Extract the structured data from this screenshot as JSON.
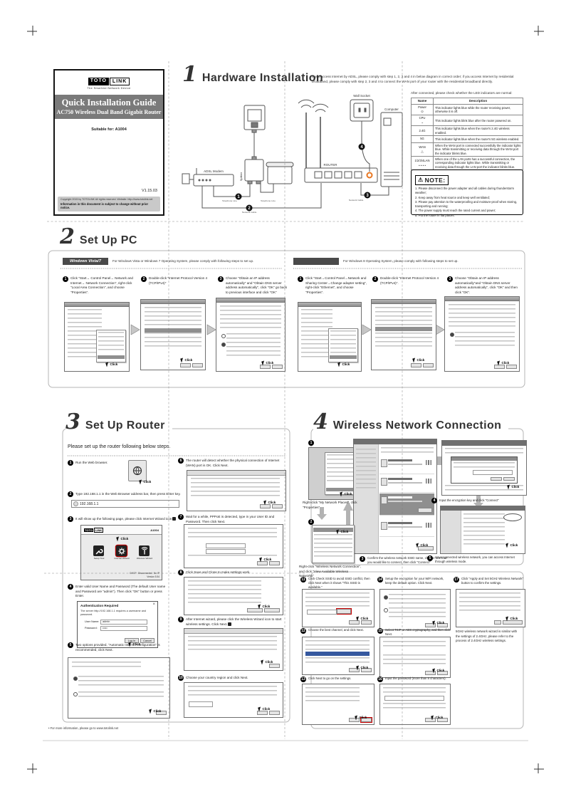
{
  "labels": {
    "click": "Click"
  },
  "page": {
    "footer": "• For more information, please go to www.totolink.net"
  },
  "cover": {
    "logo1": "TOTO",
    "logo2": "LINK",
    "tagline": "The Smartest Network Device",
    "title": "Quick Installation Guide",
    "subtitle": "AC750 Wireless Dual Band Gigabit Router",
    "suitable": "Suitable for: A1004",
    "version": "V1.15.03",
    "copyright": "Copyright 2015 by TOTOLINK All rights reserved. Website: http://www.totolink.net",
    "notice": "Information in this document is subject to change without prior notice."
  },
  "hardware": {
    "num": "1",
    "title": "Hardware Installation",
    "intro": "If you access Internet by ADSL, please comply with step 1, 2, 3 and 4 in below diagram in correct order; if you access Internet by residential broadband, please comply with step 2, 3 and 4 to connect the WAN port of your router with the residential broadband directly.",
    "led_intro": "After connected, please check whether the LED indicators are normal:",
    "led": {
      "headers": [
        "Name",
        "Description"
      ],
      "rows": [
        {
          "name": "Power",
          "sym": "⊙",
          "desc": "This indicator lights blue while the router receiving power, otherwise it is off."
        },
        {
          "name": "CPU",
          "sym": "~",
          "desc": "This indicator lights blink blue after the router powered on."
        },
        {
          "name": "2.4G",
          "sym": "",
          "desc": "This indicator lights blue when the router's 2.4G wireless enabled."
        },
        {
          "name": "5G",
          "sym": "",
          "desc": "This indicator lights blue when the router's 5G wireless enabled."
        },
        {
          "name": "WAN",
          "sym": "△",
          "desc": "When the WAN port is connected successfully the indicator lights blue. While transmitting or receiving data through the WAN port the indicator blinks blue."
        },
        {
          "name": "1/2/3/4LAN",
          "sym": "• • • •",
          "desc": "When one of the LAN ports has a successful connection, the corresponding indicator lights blue. While transmitting or receiving data through the LAN port the indicator blinks blue."
        }
      ]
    },
    "note": {
      "icon": "⚠",
      "title": "NOTE:",
      "items": [
        "1. Please disconnect the power adapter and all cables during thunderstorm weather;",
        "2. Keep away from heat source and keep well ventilated;",
        "3. Please pay attention to the waterproofing and moisture-proof when storing, transporting and running;",
        "4. The power supply must reach the rated current and power;",
        "5. Put the router in flat places."
      ]
    },
    "diagram": {
      "wall_socket": "Wall Socket",
      "adsl_modem": "ADSL Modem",
      "router": "ROUTER",
      "computer": "Computer",
      "splitter": "Splitter",
      "telephone_line": "Telephone Line",
      "network_cable": "Network Cable",
      "steps": [
        "1",
        "2",
        "3",
        "4"
      ]
    }
  },
  "setup_pc": {
    "num": "2",
    "title": "Set Up PC",
    "vista": {
      "badge": "Windows Vista/7",
      "intro": "For Windows Vista or Windows 7 Operating System, please comply with following steps to set up.",
      "steps": [
        {
          "n": "1",
          "t": "Click \"Start→ Control Panel→ Network and Internet→ Network Connection\", right-click \"Local Area Connection\", and choose \"Properties\"."
        },
        {
          "n": "2",
          "t": "Double-click \"Internet Protocol Version 4 (TCP/IPv4)\""
        },
        {
          "n": "3",
          "t": "Choose \"Obtain an IP address automatically\" and \"Obtain DNS server address automatically\", click \"OK\" go back to previous interface and click \"OK\""
        }
      ]
    },
    "win8": {
      "badge": "",
      "intro": "For Windows 8 Operating System, please comply with following steps to set up.",
      "steps": [
        {
          "n": "1",
          "t": "Click \"Start→Control Panel→Network and Sharing Center→Change adapter setting\", right-click \"Ethernet\", and choose \"Properties\"."
        },
        {
          "n": "2",
          "t": "Double-click \"Internet Protocol Version 4 (TCP/IPv4)\"."
        },
        {
          "n": "3",
          "t": "Choose \"Obtain an IP address automatically\"and \"Obtain DNS server address automatically\", click \"OK\" and then click \"OK\"."
        }
      ]
    }
  },
  "setup_router": {
    "num": "3",
    "title": "Set Up Router",
    "intro": "Please set up the router following below steps.",
    "address_bar": "192.168.1.1",
    "wizard": {
      "logo1": "TOTO",
      "logo2": "LINK",
      "model": "A1004",
      "tiles": [
        "Setup Tool",
        "Internet Wizard",
        "Wireless Wizard"
      ],
      "status": "DHCP : Disconnected : No IP",
      "version": "Version 5.54"
    },
    "auth": {
      "title": "Authentication Required",
      "close": "×",
      "body": "The server http://192.168.1.1 requires a username and password.",
      "user_label": "User Name:",
      "user_value": "admin",
      "pass_label": "Password:",
      "pass_value": "•••••",
      "login": "Log In",
      "cancel": "Cancel"
    },
    "steps": [
      {
        "n": "1",
        "t": "Run the Web browser."
      },
      {
        "n": "2",
        "t": "Type 192.168.1.1 in the Web Browser address bar, then press Enter key."
      },
      {
        "n": "3",
        "t": "It will show up the following page, please click Internet Wizard icon"
      },
      {
        "n": "4",
        "t": "Enter valid User Name and Password (The default User name and Password are \"admin\"). Then click \"OK\" button or press Enter."
      },
      {
        "n": "5",
        "t": "Two options provided, \"Automatic Internet configuration\" is recommended, click Next."
      },
      {
        "n": "6",
        "t": "The router will detect whether the physical connection of Internet (WAN) port is OK. Click Next."
      },
      {
        "n": "7",
        "t": "Wait for a while, PPPoE is detected, type in your User ID and Password. Then click Next."
      },
      {
        "n": "8",
        "t": "Click Save and Close to make settings work."
      },
      {
        "n": "9",
        "t": "After Internet wizard, please click the Wireless Wizard icon to start wireless settings. Click Next."
      },
      {
        "n": "10",
        "t": "Choose your country region and click Next."
      },
      {
        "n": "11",
        "t": "Click Check SSID to avoid SSID conflict, then click Next when it shows \"This SSID is available.\""
      },
      {
        "n": "12",
        "t": "Choose the best channel, and click Next."
      },
      {
        "n": "13",
        "t": "Click Next to go on the settings."
      },
      {
        "n": "14",
        "t": "Setup the encryption for your WiFi network, keep the default option. Click Next."
      },
      {
        "n": "15",
        "t": "Select TKIP or AES cryptography, and then click Next."
      },
      {
        "n": "16",
        "t": "Input the password (more than 8 characters)."
      },
      {
        "n": "17",
        "t": "Click \"Apply and Set 5GHz Wireless Network\" button to confirm the settings."
      }
    ],
    "note_5g": "5GHz wireless network wizard is similar with the settings of 2.4GHz, please refer to the process of 2.4GHz wireless settings."
  },
  "wireless": {
    "num": "4",
    "title": "Wireless Network Connection",
    "steps": [
      {
        "n": "1",
        "t": "Right-click \"My Network Places\", click \"Properties\""
      },
      {
        "n": "2",
        "t": "Right-click \"Wireless Network Connection\", and click \"View Available Wireless Networks\""
      },
      {
        "n": "3",
        "t": "Confirm the wireless network SSID name, choose one that you would like to connect, then click \"Connect\""
      },
      {
        "n": "4",
        "t": "Input the encryption key and click \"Connect\""
      },
      {
        "n": "5",
        "t": "Have connected wireless network, you can access Internet through wireless mode."
      }
    ]
  }
}
